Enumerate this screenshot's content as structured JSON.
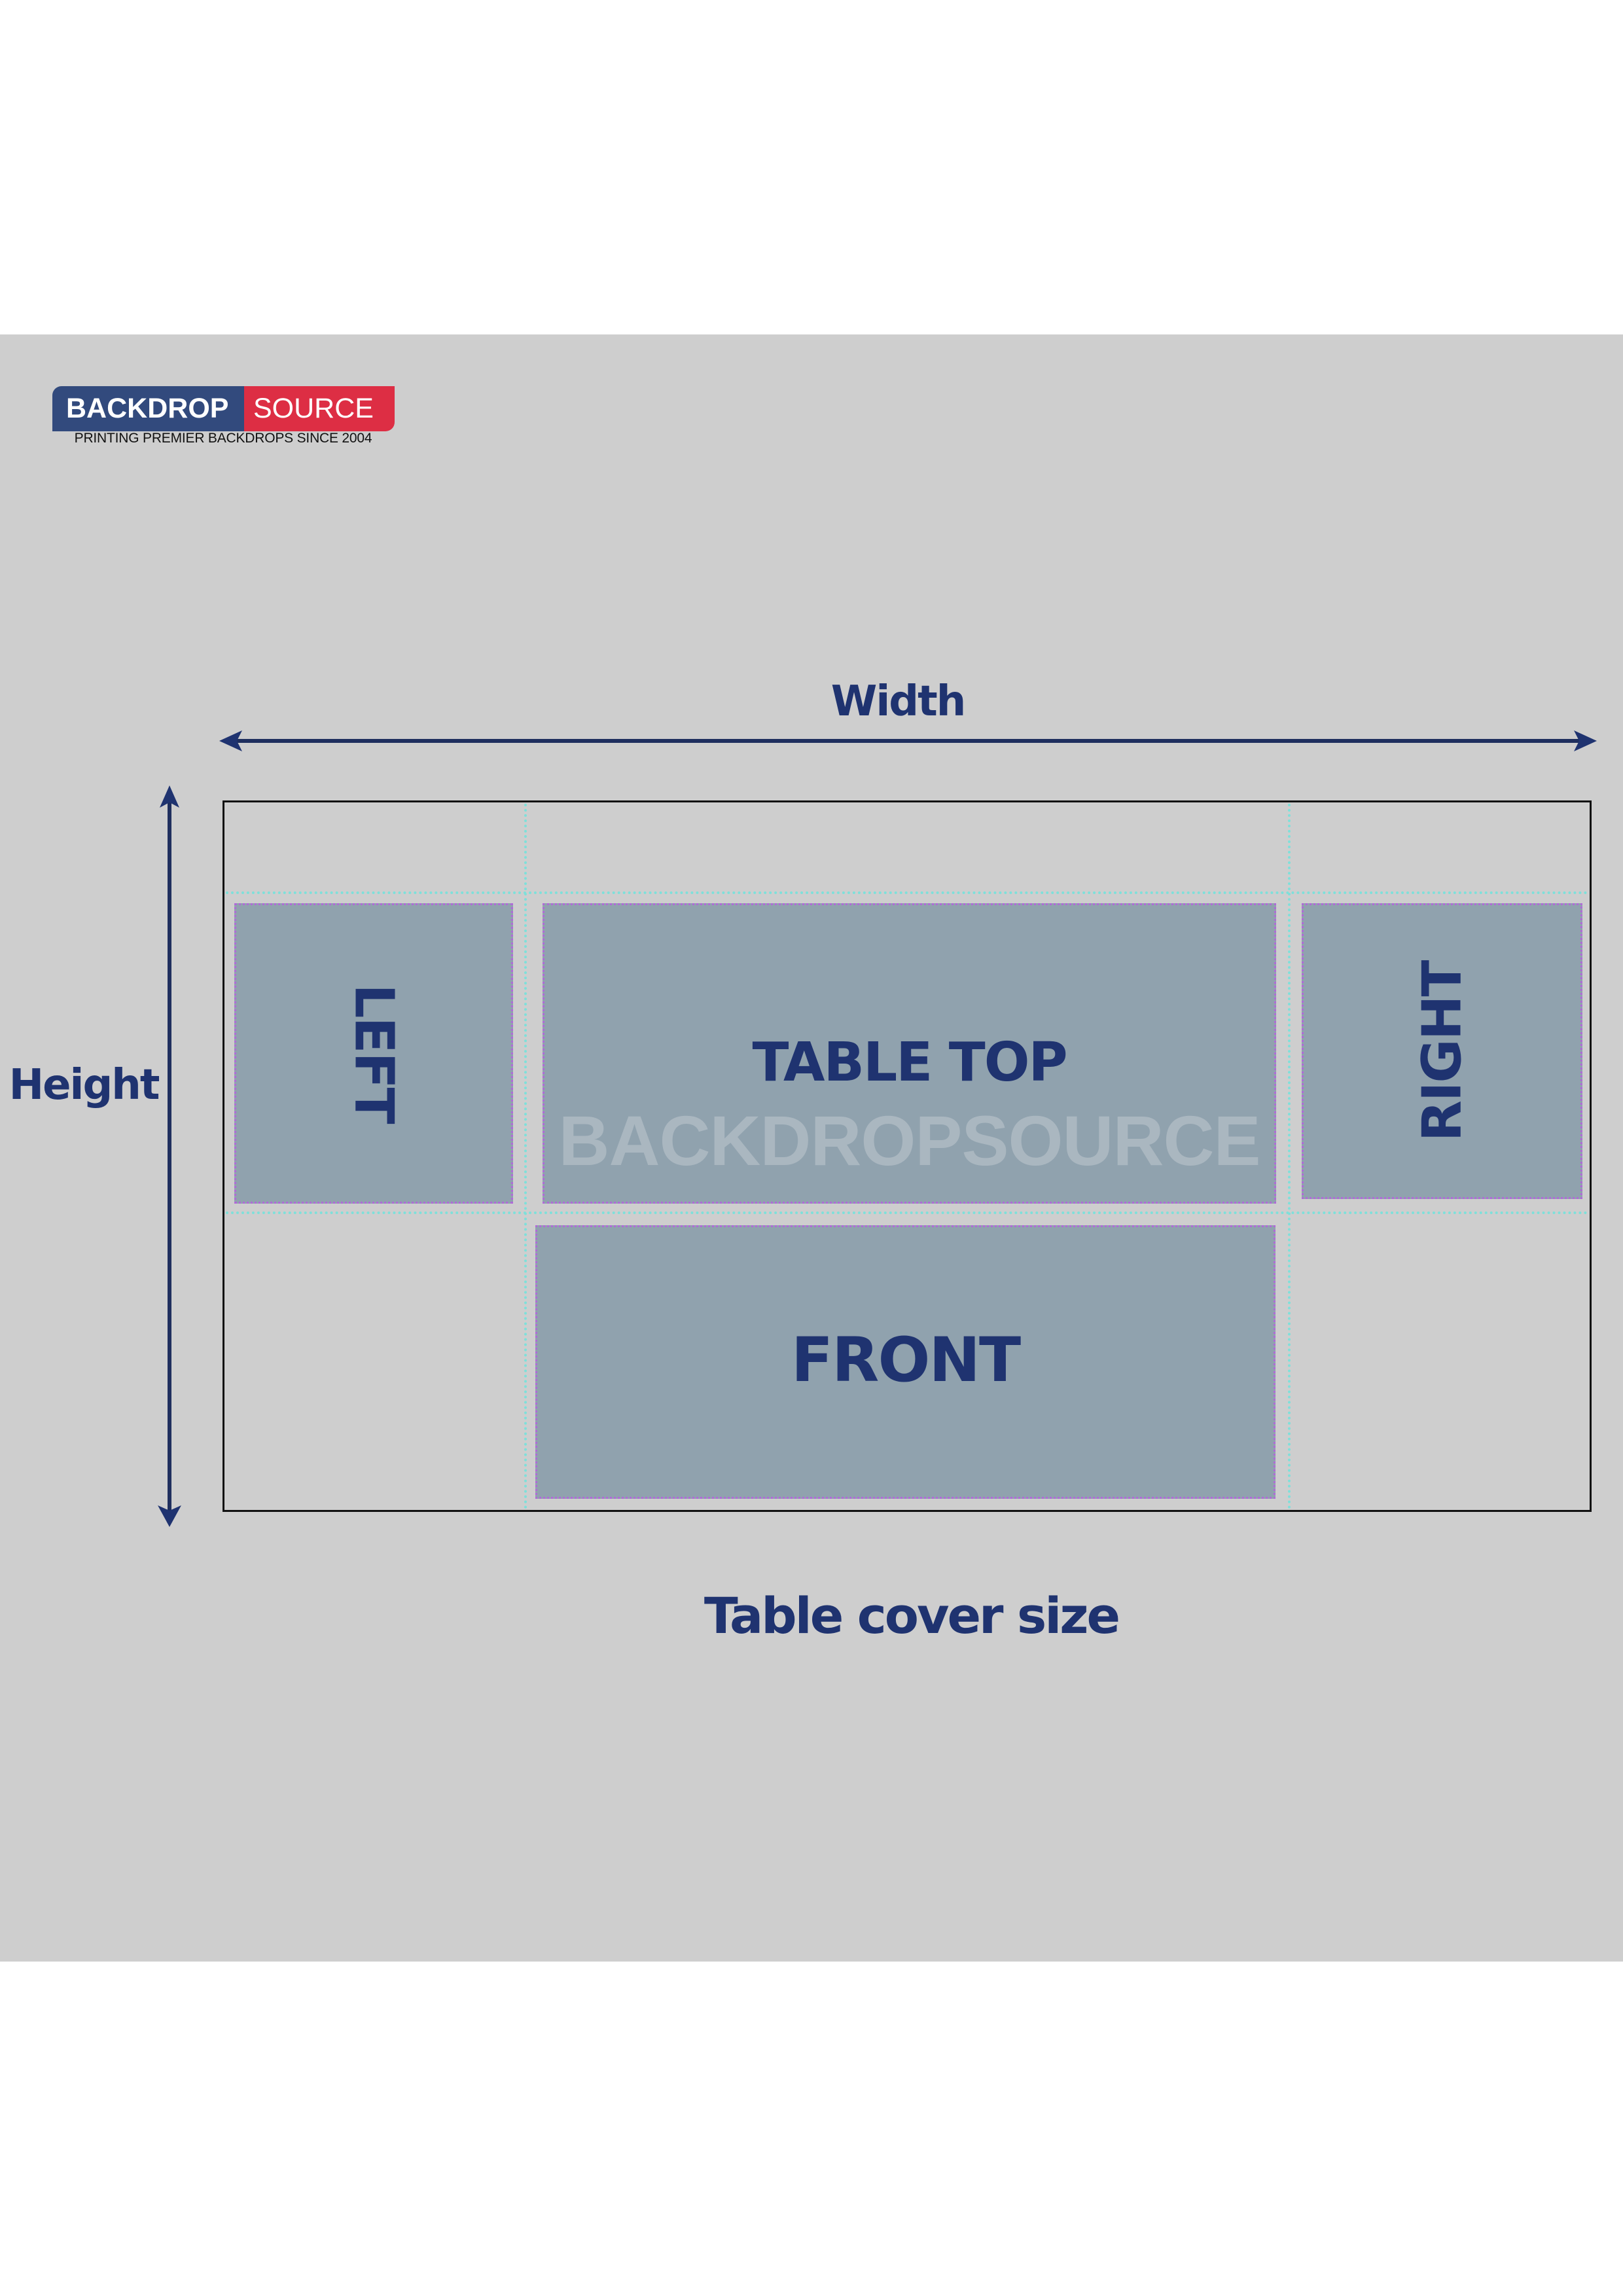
{
  "logo": {
    "brand_left": "BACKDROP",
    "brand_right": "SOURCE",
    "tagline": "PRINTING PREMIER BACKDROPS SINCE 2004",
    "colors": {
      "left_bg": "#324a7d",
      "right_bg": "#dd2e44",
      "text": "#ffffff"
    }
  },
  "diagram": {
    "width_label": "Width",
    "height_label": "Height",
    "caption": "Table cover size",
    "panels": {
      "left": "LEFT",
      "table_top": "TABLE TOP",
      "right": "RIGHT",
      "front": "FRONT"
    },
    "watermark": "BACKDROPSOURCE",
    "icons": {
      "width_arrow": "double-headed-horizontal-arrow-icon",
      "height_arrow": "double-headed-vertical-arrow-icon"
    },
    "colors": {
      "background": "#cecece",
      "label_navy": "#1f3370",
      "panel_fill": "#90a2ae",
      "panel_border": "#b06ad8",
      "guide": "#7ee0da",
      "watermark": "#aab7c0"
    }
  }
}
